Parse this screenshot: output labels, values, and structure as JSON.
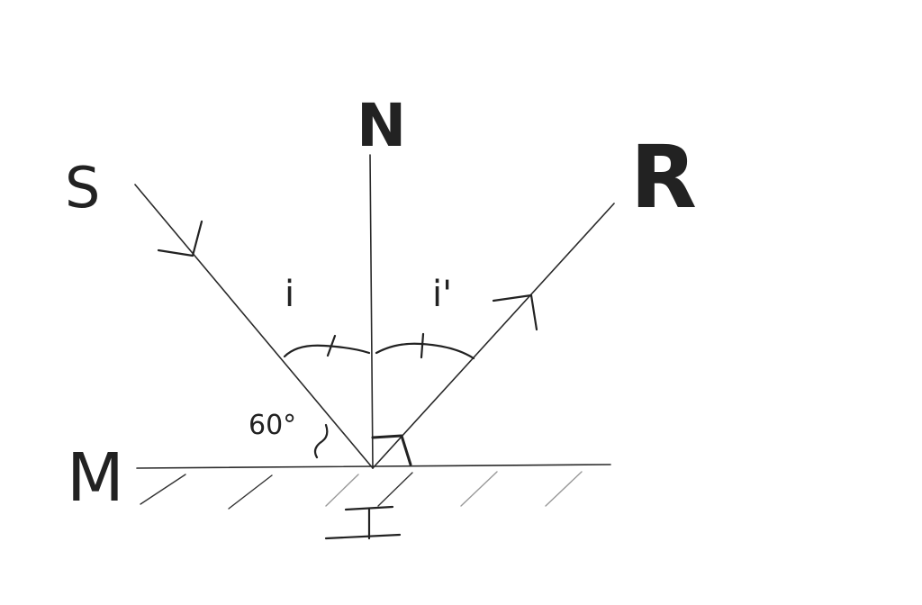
{
  "labels": {
    "source": "S",
    "normal": "N",
    "reflected": "R",
    "mirror": "M",
    "incidence_angle": "i",
    "reflection_angle": "i'",
    "given_angle": "60°",
    "incidence_point": "I"
  },
  "colors": {
    "ink": "#222222",
    "background": "#ffffff"
  }
}
